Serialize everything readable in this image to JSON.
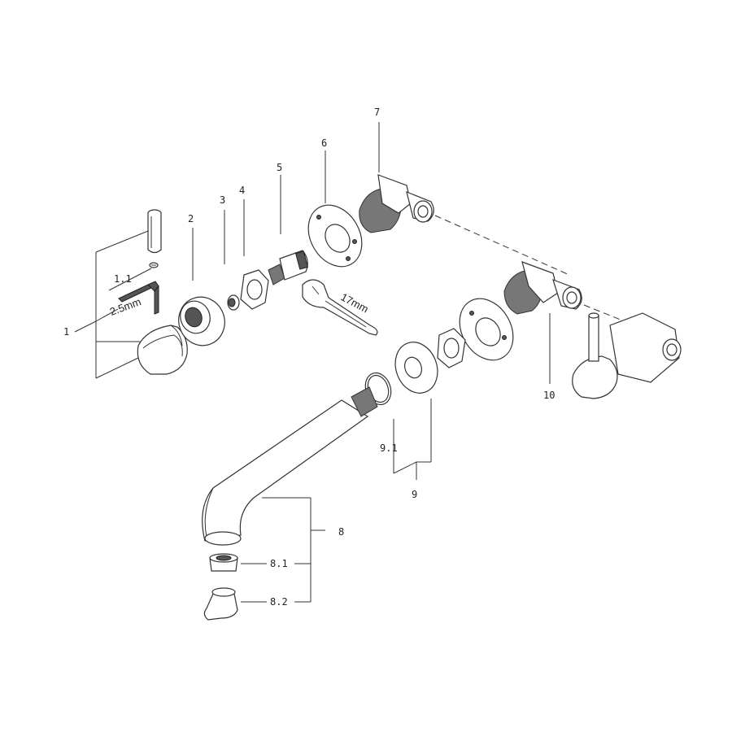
{
  "labels": {
    "p1": "1",
    "p1_1": "1.1",
    "p2": "2",
    "p3": "3",
    "p4": "4",
    "p5": "5",
    "p6": "6",
    "p7": "7",
    "p8": "8",
    "p8_1": "8.1",
    "p8_2": "8.2",
    "p9": "9",
    "p9_1": "9.1",
    "p10": "10",
    "hex_key": "2.5mm",
    "wrench": "17mm"
  }
}
